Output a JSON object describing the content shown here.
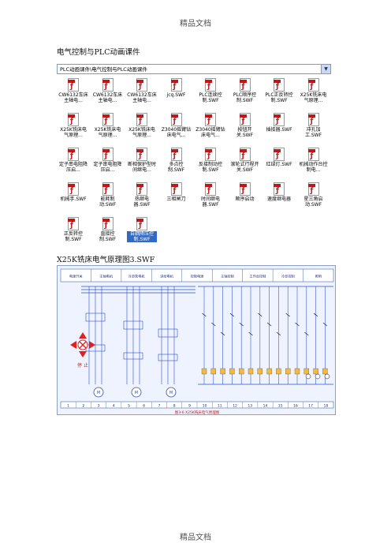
{
  "header_top": "精品文档",
  "caption1": "电气控制与PLC动画课件",
  "address_bar": "PLC动画课件\\电气控制与PLC动画课件",
  "files": [
    [
      "CW6132车床主轴电...",
      "CW6132车床主轴电...",
      "CW6132车床主轴电...",
      "jcq.SWF",
      "PLC连续控制.SWF",
      "PLC顺序控制.SWF",
      "PLC正反转控制.SWF",
      "X25K铣床电气原理..."
    ],
    [
      "X25K铣床电气原理...",
      "X25K铣床电气原理...",
      "X25K铣床电气原理...",
      "Z3040摇臂钻床电气...",
      "Z3040摇臂钻床电气...",
      "按钮开关.SWF",
      "插接器.SWF",
      "冲孔加工.SWF"
    ],
    [
      "定子串电阻降压启...",
      "定子串电阻降压启...",
      "断相保护型时间继电...",
      "多点控制.SWF",
      "反接制动控制.SWF",
      "滚轮式行程开关.SWF",
      "红绿灯.SWF",
      "机械动作台控制电..."
    ],
    [
      "机械手.SWF",
      "能耗制动.SWF",
      "热继电器.SWF",
      "三相闸刀",
      "时间继电器.SWF",
      "顺序启动",
      "速度继电器",
      "星三角启动.SWF"
    ],
    [
      "正反转控制.SWF",
      "直接控制.SWF",
      "自耦降压控制.SWF"
    ]
  ],
  "caption2": "X25K铣床电气原理图3.SWF",
  "schematic": {
    "title_cells": [
      "电源开关",
      "主轴电机",
      "冷却泵电机",
      "进给电机",
      "控制电源",
      "主轴控制",
      "工作台控制",
      "冷却控制",
      "照明"
    ],
    "bottom_numbers": [
      "1",
      "2",
      "3",
      "4",
      "5",
      "6",
      "7",
      "8",
      "9",
      "10",
      "11",
      "12",
      "13",
      "14",
      "15",
      "16",
      "17",
      "18"
    ],
    "footer_label": "图3-6 X25K铣床电气原理图",
    "left_label": "停 止",
    "colors": {
      "wire": "#2a4fd0",
      "arrow": "#e02020",
      "coil": "#f5b840",
      "motor": "#3050b0"
    }
  },
  "header_bottom": "精品文档"
}
